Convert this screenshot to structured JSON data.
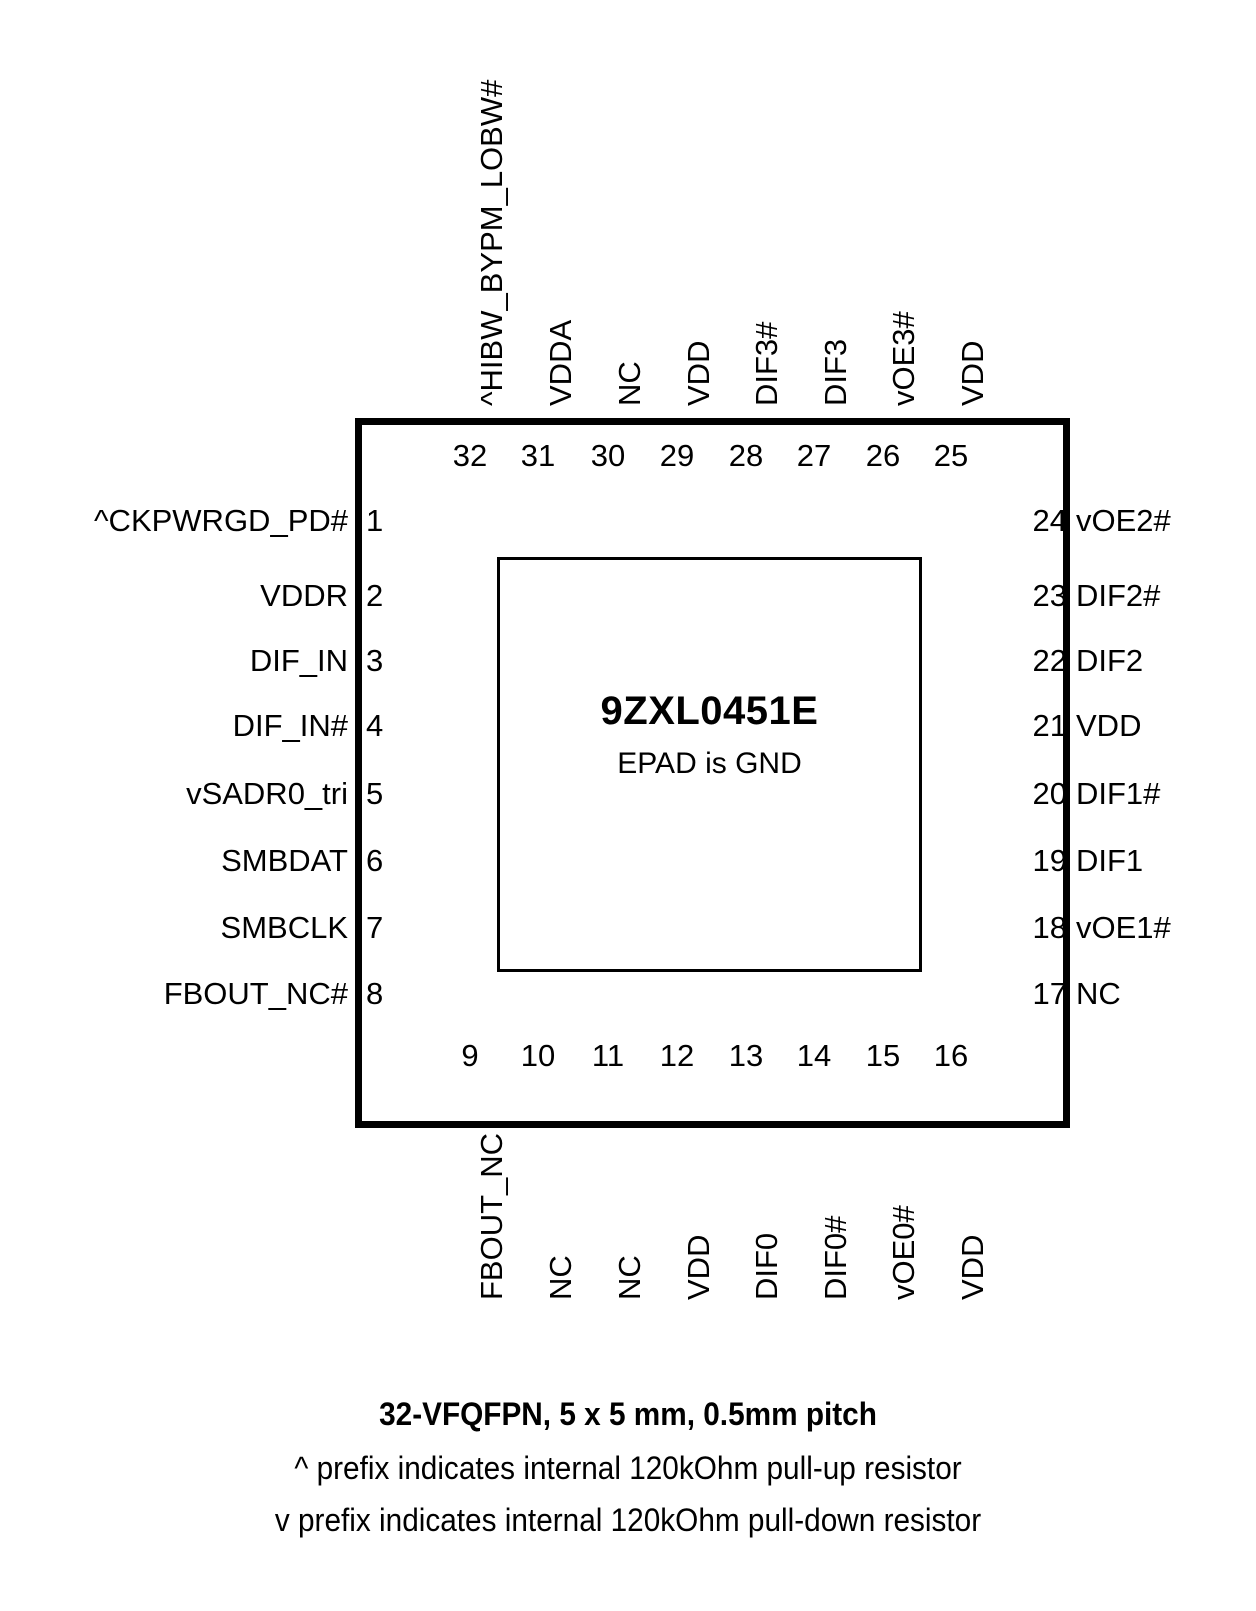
{
  "package": {
    "part_number": "9ZXL0451E",
    "epad_note": "EPAD is GND"
  },
  "pins": {
    "left": [
      {
        "number": "1",
        "label": "^CKPWRGD_PD#"
      },
      {
        "number": "2",
        "label": "VDDR"
      },
      {
        "number": "3",
        "label": "DIF_IN"
      },
      {
        "number": "4",
        "label": "DIF_IN#"
      },
      {
        "number": "5",
        "label": "vSADR0_tri"
      },
      {
        "number": "6",
        "label": "SMBDAT"
      },
      {
        "number": "7",
        "label": "SMBCLK"
      },
      {
        "number": "8",
        "label": "FBOUT_NC#"
      }
    ],
    "bottom": [
      {
        "number": "9",
        "label": "FBOUT_NC"
      },
      {
        "number": "10",
        "label": "NC"
      },
      {
        "number": "11",
        "label": "NC"
      },
      {
        "number": "12",
        "label": "VDD"
      },
      {
        "number": "13",
        "label": "DIF0"
      },
      {
        "number": "14",
        "label": "DIF0#"
      },
      {
        "number": "15",
        "label": "vOE0#"
      },
      {
        "number": "16",
        "label": "VDD"
      }
    ],
    "right": [
      {
        "number": "17",
        "label": "NC"
      },
      {
        "number": "18",
        "label": "vOE1#"
      },
      {
        "number": "19",
        "label": "DIF1"
      },
      {
        "number": "20",
        "label": "DIF1#"
      },
      {
        "number": "21",
        "label": "VDD"
      },
      {
        "number": "22",
        "label": "DIF2"
      },
      {
        "number": "23",
        "label": "DIF2#"
      },
      {
        "number": "24",
        "label": "vOE2#"
      }
    ],
    "top": [
      {
        "number": "25",
        "label": "VDD"
      },
      {
        "number": "26",
        "label": "vOE3#"
      },
      {
        "number": "27",
        "label": "DIF3"
      },
      {
        "number": "28",
        "label": "DIF3#"
      },
      {
        "number": "29",
        "label": "VDD"
      },
      {
        "number": "30",
        "label": "NC"
      },
      {
        "number": "31",
        "label": "VDDA"
      },
      {
        "number": "32",
        "label": "^HIBW_BYPM_LOBW#"
      }
    ]
  },
  "footer": {
    "line1": "32-VFQFPN, 5 x 5 mm, 0.5mm pitch",
    "line2": "^ prefix indicates internal 120kOhm pull-up resistor",
    "line3": "v prefix indicates internal 120kOhm pull-down resistor"
  }
}
